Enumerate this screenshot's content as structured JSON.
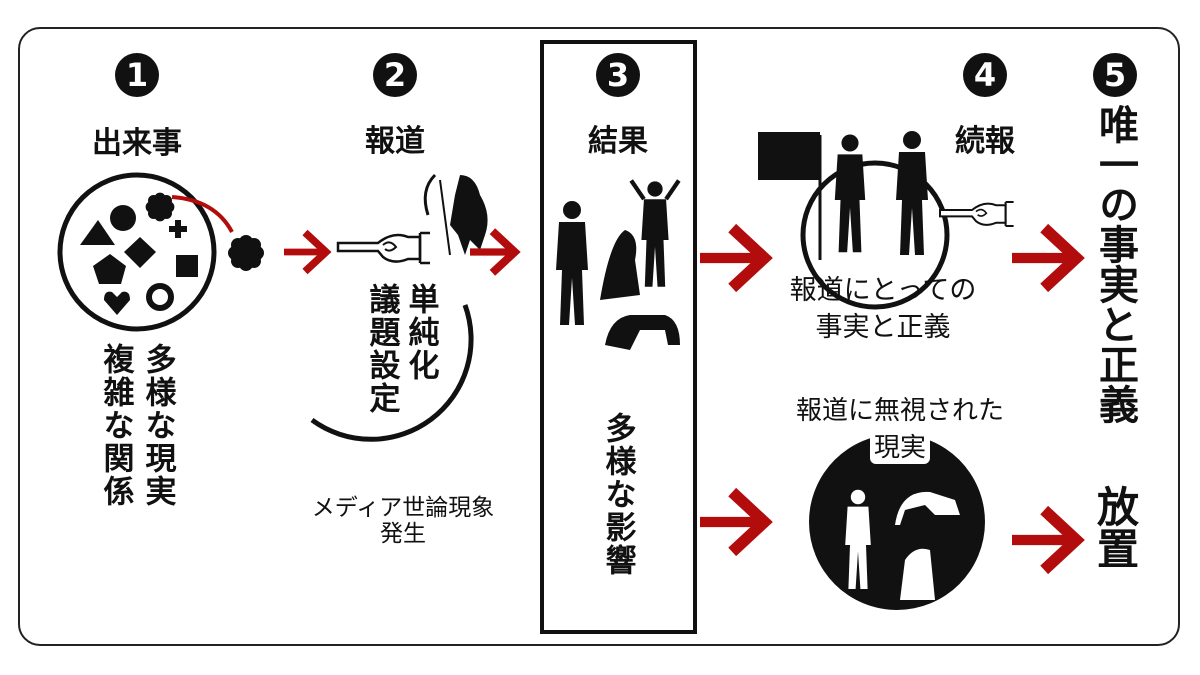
{
  "colors": {
    "arrow": "#b30c0c",
    "ink": "#111111"
  },
  "steps": [
    {
      "number": "1",
      "title": "出来事",
      "notes": [
        "多様な現実",
        "複雑な関係"
      ]
    },
    {
      "number": "2",
      "title": "報道",
      "notes": [
        "単純化",
        "議題設定"
      ],
      "caption": [
        "メディア世論現象",
        "発生"
      ]
    },
    {
      "number": "3",
      "title": "結果",
      "notes": [
        "多様な影響"
      ]
    },
    {
      "number": "4",
      "title": "続報",
      "caption": [
        "報道にとっての",
        "事実と正義"
      ]
    },
    {
      "number": "5",
      "title": "唯一の事実と正義"
    }
  ],
  "ignored": {
    "caption": [
      "報道に無視された",
      "現実"
    ],
    "outcome": "放置"
  }
}
